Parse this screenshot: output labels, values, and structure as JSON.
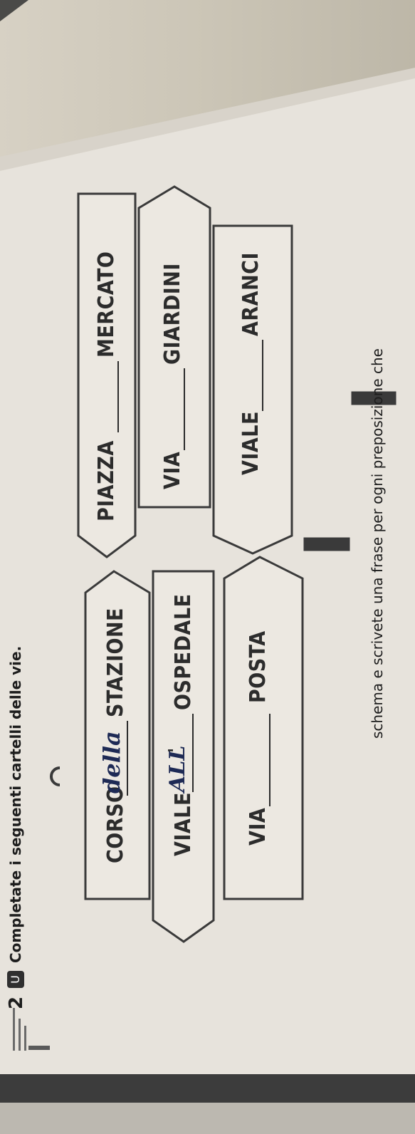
{
  "exercise": {
    "number": "2",
    "instruction": "Completate i seguenti cartelli delle vie.",
    "footer": "schema e scrivete una frase per ogni preposizione che"
  },
  "signs": {
    "left_top": {
      "prefix": "CORSO",
      "filled": "della",
      "suffix": "STAZIONE"
    },
    "left_mid": {
      "prefix": "VIALE",
      "filled": "ALL",
      "apostrophe": "'",
      "suffix": "OSPEDALE"
    },
    "left_bot": {
      "prefix": "VIA",
      "suffix": "POSTA"
    },
    "right_top": {
      "prefix": "PIAZZA",
      "suffix": "MERCATO"
    },
    "right_mid": {
      "prefix": "VIA",
      "suffix": "GIARDINI"
    },
    "right_bot": {
      "prefix": "VIALE",
      "suffix": "ARANCI"
    }
  },
  "colors": {
    "sign_fill": "#ece8e1",
    "sign_outline": "#3a3a3a",
    "page": "#e6e2da",
    "background": "#c9c4b6",
    "ink": "#1e2a55"
  }
}
